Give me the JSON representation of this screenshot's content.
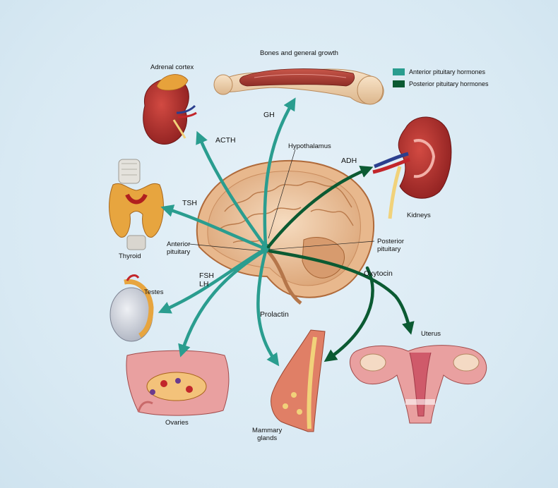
{
  "legend": {
    "anterior": {
      "label": "Anterior pituitary hormones",
      "color": "#2a9d8f"
    },
    "posterior": {
      "label": "Posterior pituitary hormones",
      "color": "#0b5a32"
    }
  },
  "colors": {
    "anterior": "#2a9d8f",
    "posterior": "#0b5a32",
    "background": "#dcebf4"
  },
  "organs": {
    "bones": "Bones and general growth",
    "adrenal": "Adrenal cortex",
    "thyroid": "Thyroid",
    "kidneys": "Kidneys",
    "testes": "Testes",
    "ovaries": "Ovaries",
    "mammary_line1": "Mammary",
    "mammary_line2": "glands",
    "uterus": "Uterus"
  },
  "brain": {
    "hypothalamus": "Hypothalamus",
    "anterior_line1": "Anterior",
    "anterior_line2": "pituitary",
    "posterior_line1": "Posterior",
    "posterior_line2": "pituitary"
  },
  "hormones": {
    "gh": "GH",
    "acth": "ACTH",
    "tsh": "TSH",
    "fsh": "FSH",
    "lh": "LH",
    "prolactin": "Prolactin",
    "adh": "ADH",
    "oxytocin": "Oxytocin"
  }
}
